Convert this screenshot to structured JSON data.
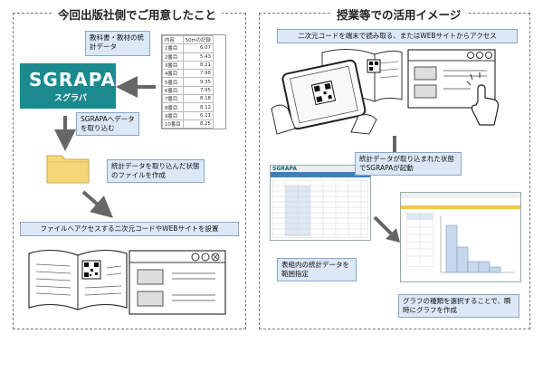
{
  "left_panel": {
    "title": "今回出版社側でご用意したこと",
    "note_textbook": "教科書・教材の統計データ",
    "note_import": "SGRAPAへデータを取り込む",
    "note_file": "統計データを取り込んだ状態のファイルを作成",
    "note_access": "ファイルへアクセスする二次元コードやWEBサイトを設置",
    "logo_main": "SGRAPA",
    "logo_sub": "スグラパ",
    "table": {
      "headers": [
        "内容",
        "50mの記録"
      ],
      "rows": [
        [
          "1番目",
          "6.07"
        ],
        [
          "2番目",
          "5.43"
        ],
        [
          "3番目",
          "8.21"
        ],
        [
          "4番目",
          "7.98"
        ],
        [
          "5番目",
          "9.35"
        ],
        [
          "6番目",
          "7.95"
        ],
        [
          "7番目",
          "8.18"
        ],
        [
          "8番目",
          "8.12"
        ],
        [
          "9番目",
          "6.21"
        ],
        [
          "10番目",
          "8.25"
        ]
      ]
    }
  },
  "right_panel": {
    "title": "授業等での活用イメージ",
    "note_scan": "二次元コードを端末で読み取る、またはWEBサイトからアクセス",
    "note_launch": "統計データが取り込まれた状態でSGRAPAが起動",
    "note_range": "表組内の統計データを範囲指定",
    "note_graph": "グラフの種類を選択することで、瞬時にグラフを作成",
    "app_logo": "SGRAPA"
  },
  "colors": {
    "note_fill": "#dce8f6",
    "logo_teal": "#1a8a8f",
    "arrow_gray": "#666666",
    "folder_yellow": "#f5d77a",
    "bar_blue": "#c8d8ec"
  }
}
